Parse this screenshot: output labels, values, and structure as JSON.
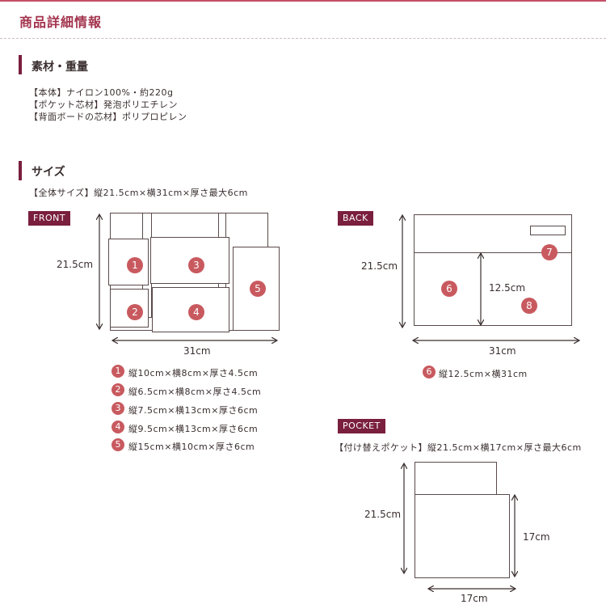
{
  "header": {
    "title": "商品詳細情報"
  },
  "materials": {
    "title": "素材・重量",
    "lines": [
      "【本体】ナイロン100%・約220g",
      "【ポケット芯材】発泡ポリエチレン",
      "【背面ボードの芯材】ポリプロピレン"
    ]
  },
  "size": {
    "title": "サイズ",
    "overall": "【全体サイズ】縦21.5cm×横31cm×厚さ最大6cm"
  },
  "front": {
    "tag": "FRONT",
    "height_label": "21.5cm",
    "width_label": "31cm",
    "markers": [
      "1",
      "2",
      "3",
      "4",
      "5"
    ],
    "specs": [
      {
        "no": "1",
        "text": "縦10cm×横8cm×厚さ4.5cm"
      },
      {
        "no": "2",
        "text": "縦6.5cm×横8cm×厚さ4.5cm"
      },
      {
        "no": "3",
        "text": "縦7.5cm×横13cm×厚さ6cm"
      },
      {
        "no": "4",
        "text": "縦9.5cm×横13cm×厚さ6cm"
      },
      {
        "no": "5",
        "text": "縦15cm×横10cm×厚さ6cm"
      }
    ]
  },
  "back": {
    "tag": "BACK",
    "height_label": "21.5cm",
    "width_label": "31cm",
    "inner_height_label": "12.5cm",
    "markers": [
      "6",
      "7",
      "8"
    ],
    "spec": {
      "no": "6",
      "text": "縦12.5cm×横31cm"
    }
  },
  "pocket": {
    "tag": "POCKET",
    "description": "【付け替えポケット】縦21.5cm×横17cm×厚さ最大6cm",
    "height_label": "21.5cm",
    "inner_height_label": "17cm",
    "width_label": "17cm"
  },
  "colors": {
    "accent": "#7a1f3d",
    "title": "#a3344e",
    "marker": "#c85a5f",
    "line": "#5a4a4a"
  }
}
